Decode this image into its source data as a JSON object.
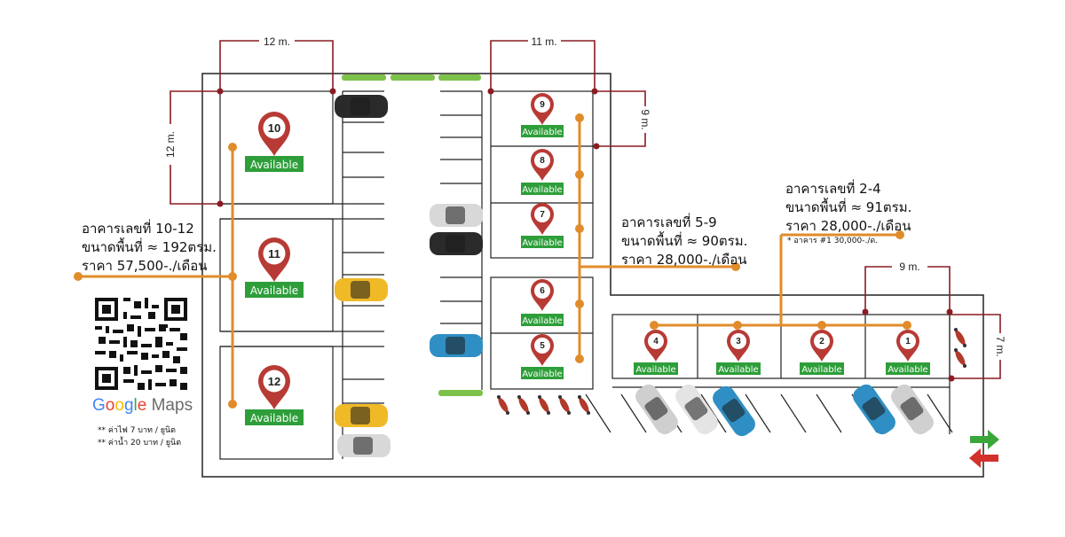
{
  "dimensions": {
    "d1": "12 m.",
    "d2": "11 m.",
    "d3": "12 m.",
    "d4": "9 m.",
    "d5": "9 m.",
    "d6": "7 m."
  },
  "units": [
    {
      "number": "1",
      "status": "Available"
    },
    {
      "number": "2",
      "status": "Available"
    },
    {
      "number": "3",
      "status": "Available"
    },
    {
      "number": "4",
      "status": "Available"
    },
    {
      "number": "5",
      "status": "Available"
    },
    {
      "number": "6",
      "status": "Available"
    },
    {
      "number": "7",
      "status": "Available"
    },
    {
      "number": "8",
      "status": "Available"
    },
    {
      "number": "9",
      "status": "Available"
    },
    {
      "number": "10",
      "status": "Available"
    },
    {
      "number": "11",
      "status": "Available"
    },
    {
      "number": "12",
      "status": "Available"
    }
  ],
  "info_10_12": {
    "line1": "อาคารเลขที่ 10-12",
    "line2": "ขนาดพื้นที่ ≈ 192ตรม.",
    "line3": "ราคา 57,500-./เดือน"
  },
  "info_5_9": {
    "line1": "อาคารเลขที่ 5-9",
    "line2": "ขนาดพื้นที่ ≈ 90ตรม.",
    "line3": "ราคา 28,000-./เดือน"
  },
  "info_2_4": {
    "line1": "อาคารเลขที่ 2-4",
    "line2": "ขนาดพื้นที่ ≈ 91ตรม.",
    "line3": "ราคา 28,000-./เดือน",
    "note": "* อาคาร #1 30,000-./ด."
  },
  "utilities": {
    "electric": "** ค่าไฟ 7 บาท   / ยูนิต",
    "water": "** ค่าน้ำ 20 บาท  / ยูนิต"
  },
  "google_maps": {
    "g1": "G",
    "g2": "o",
    "g3": "o",
    "g4": "g",
    "g5": "l",
    "g6": "e",
    "maps": " Maps"
  },
  "colors": {
    "available_green": "#2e9e3a",
    "pin_red": "#b83a35",
    "route_orange": "#e08c2a",
    "dimension_red": "#8a1c22",
    "arrow_green": "#3aa63a",
    "arrow_red": "#d3322c"
  }
}
